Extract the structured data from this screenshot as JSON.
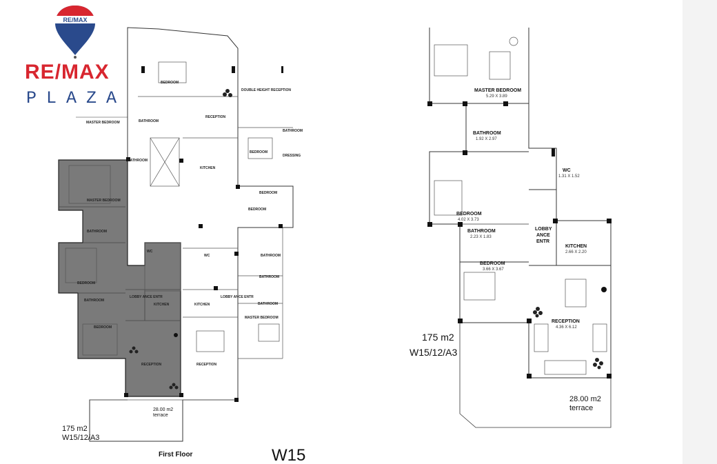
{
  "logo": {
    "name_left": "RE",
    "name_slash": "/",
    "name_right": "MAX",
    "subtitle": "PLAZA",
    "balloon_text": "RE/MAX"
  },
  "colors": {
    "brand_red": "#d8262f",
    "brand_blue": "#2a4a8c",
    "highlight": "#7a7a7a"
  },
  "left_plan": {
    "rooms": [
      "BEDROOM",
      "MASTER BEDROOM",
      "BATHROOM",
      "BATHROOM",
      "RECEPTION",
      "DOUBLE HEIGHT RECEPTION",
      "BATHROOM",
      "KITCHEN",
      "BEDROOM",
      "DRESSING",
      "MASTER BEDROOM",
      "BATHROOM",
      "BEDROOM",
      "BATHROOM",
      "WC",
      "LOBBY ANCE ENTR",
      "KITCHEN",
      "BEDROOM",
      "RECEPTION",
      "BEDROOM",
      "BATHROOM",
      "BATHROOM",
      "MASTER BEDROOM",
      "KITCHEN",
      "LOBBY ANCE ENTR",
      "WC",
      "RECEPTION",
      "BATHROOM",
      "BEDROOM"
    ],
    "area": "175 m2",
    "unit_code": "W15/12/A3",
    "terrace_area": "28.00 m2",
    "terrace_label": "terrace",
    "floor_label": "First Floor"
  },
  "title": "W15",
  "right_plan": {
    "rooms": [
      {
        "name": "MASTER BEDROOM",
        "dims": "5.29 X 3.89"
      },
      {
        "name": "BATHROOM",
        "dims": "1.92 X 2.97"
      },
      {
        "name": "WC",
        "dims": "1.31 X 1.52"
      },
      {
        "name": "BEDROOM",
        "dims": "4.02 X 3.73"
      },
      {
        "name": "BATHROOM",
        "dims": "2.23 X 1.83"
      },
      {
        "name": "LOBBY",
        "dims": "ANCE"
      },
      {
        "name": "ENTR",
        "dims": ""
      },
      {
        "name": "KITCHEN",
        "dims": "2.66 X 2.20"
      },
      {
        "name": "BEDROOM",
        "dims": "3.66 X 3.67"
      },
      {
        "name": "RECEPTION",
        "dims": "4.36 X 6.12"
      }
    ],
    "area": "175 m2",
    "unit_code": "W15/12/A3",
    "terrace_area": "28.00 m2",
    "terrace_label": "terrace"
  }
}
